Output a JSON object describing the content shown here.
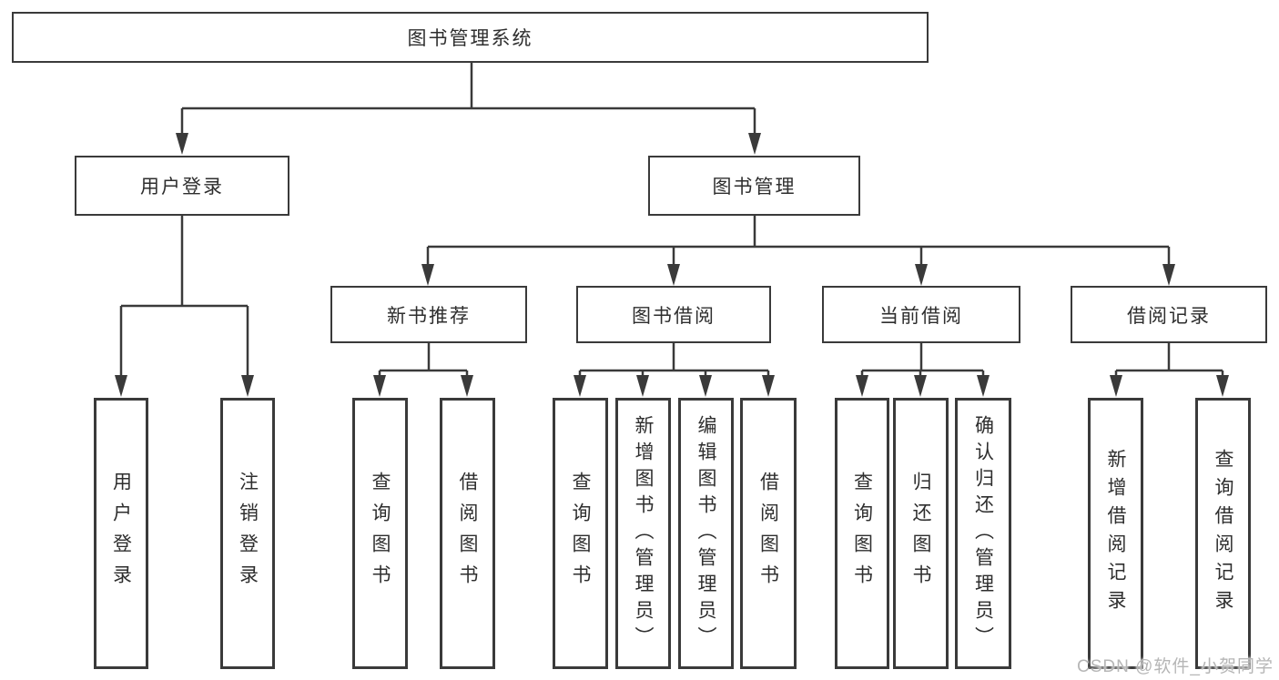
{
  "nodes": {
    "root": {
      "label": "图书管理系统"
    },
    "user_login": {
      "label": "用户登录"
    },
    "book_mgmt": {
      "label": "图书管理"
    },
    "new_book_rec": {
      "label": "新书推荐"
    },
    "book_borrow": {
      "label": "图书借阅"
    },
    "current_borrow": {
      "label": "当前借阅"
    },
    "borrow_records": {
      "label": "借阅记录"
    },
    "leaf_user_login": {
      "label": "用户登录"
    },
    "leaf_logout": {
      "label": "注销登录"
    },
    "leaf_nb_query": {
      "label": "查询图书"
    },
    "leaf_nb_borrow": {
      "label": "借阅图书"
    },
    "leaf_bb_query": {
      "label": "查询图书"
    },
    "leaf_bb_add": {
      "label": "新增图书（管理员）"
    },
    "leaf_bb_edit": {
      "label": "编辑图书（管理员）"
    },
    "leaf_bb_borrow": {
      "label": "借阅图书"
    },
    "leaf_cb_query": {
      "label": "查询图书"
    },
    "leaf_cb_return": {
      "label": "归还图书"
    },
    "leaf_cb_confirm": {
      "label": "确认归还（管理员）"
    },
    "leaf_br_add": {
      "label": "新增借阅记录"
    },
    "leaf_br_query": {
      "label": "查询借阅记录"
    }
  },
  "hierarchy": {
    "图书管理系统": [
      "用户登录",
      "图书管理"
    ],
    "用户登录": [
      "用户登录",
      "注销登录"
    ],
    "图书管理": [
      "新书推荐",
      "图书借阅",
      "当前借阅",
      "借阅记录"
    ],
    "新书推荐": [
      "查询图书",
      "借阅图书"
    ],
    "图书借阅": [
      "查询图书",
      "新增图书（管理员）",
      "编辑图书（管理员）",
      "借阅图书"
    ],
    "当前借阅": [
      "查询图书",
      "归还图书",
      "确认归还（管理员）"
    ],
    "借阅记录": [
      "新增借阅记录",
      "查询借阅记录"
    ]
  },
  "watermark": {
    "text": "CSDN @软件_小贺同学"
  },
  "colors": {
    "line": "#3a3a3a",
    "box_border": "#3a3a3a",
    "text": "#2e2e2e",
    "background": "#ffffff",
    "watermark": "#b6b6b6"
  }
}
